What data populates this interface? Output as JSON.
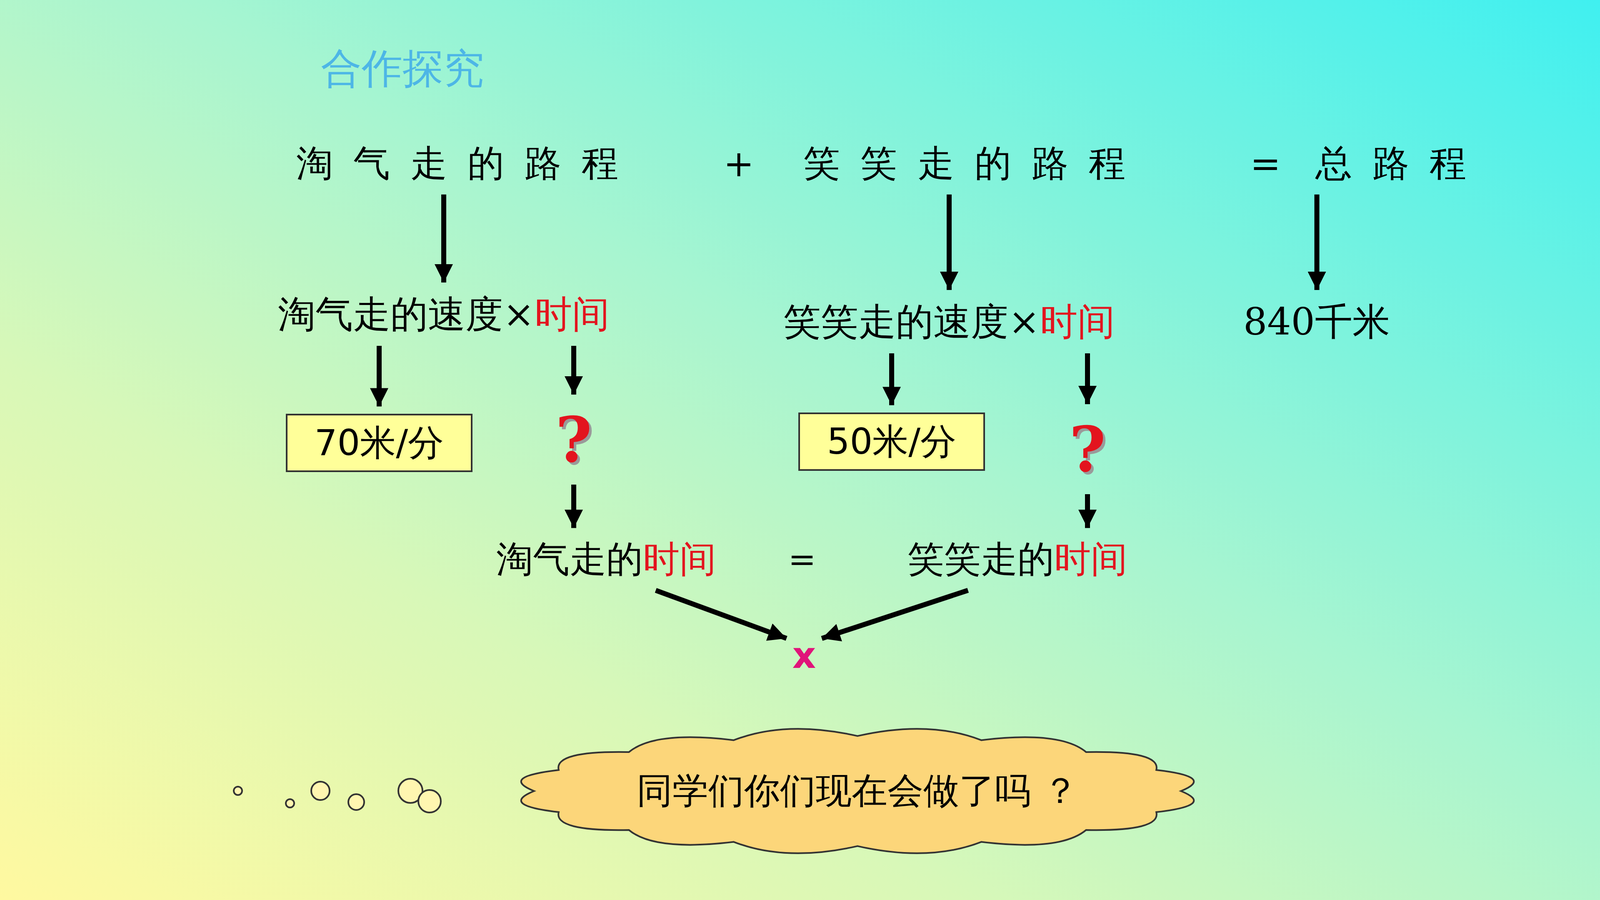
{
  "diagram": {
    "title": "合作探究",
    "nodes": [
      {
        "text": [
          "淘气走的路程"
        ]
      },
      {
        "text": [
          "笑笑走的路程"
        ]
      },
      {
        "text": [
          "总路程"
        ]
      },
      {
        "text": [
          "淘气走的速度×",
          "时间"
        ]
      },
      {
        "text": [
          "笑笑走的速度×",
          "时间"
        ]
      },
      {
        "text": [
          "840千米"
        ]
      },
      {
        "text": [
          "70米/分"
        ]
      },
      {
        "text": [
          "?"
        ]
      },
      {
        "text": [
          "50米/分"
        ]
      },
      {
        "text": [
          "?"
        ]
      },
      {
        "text": [
          "淘气走的",
          "时间"
        ]
      },
      {
        "text": [
          "笑笑走的",
          "时间"
        ]
      },
      {
        "text": [
          "x"
        ]
      },
      {
        "text": [
          "同学们你们现在会做了吗 ？"
        ]
      }
    ],
    "edges": [
      {
        "from": 0,
        "to": 3,
        "arrow": "to"
      },
      {
        "from": 1,
        "to": 4,
        "arrow": "to"
      },
      {
        "from": 2,
        "to": 5,
        "arrow": "to"
      },
      {
        "from": 3,
        "to": 6,
        "arrow": "to"
      },
      {
        "from": 3,
        "to": 7,
        "arrow": "to"
      },
      {
        "from": 4,
        "to": 8,
        "arrow": "to"
      },
      {
        "from": 4,
        "to": 9,
        "arrow": "to"
      },
      {
        "from": 7,
        "to": 10,
        "arrow": "to"
      },
      {
        "from": 9,
        "to": 11,
        "arrow": "to"
      },
      {
        "from": 10,
        "to": 12,
        "arrow": "to"
      },
      {
        "from": 11,
        "to": 12,
        "arrow": "to"
      }
    ],
    "labels": [
      "+",
      "=",
      "="
    ]
  }
}
